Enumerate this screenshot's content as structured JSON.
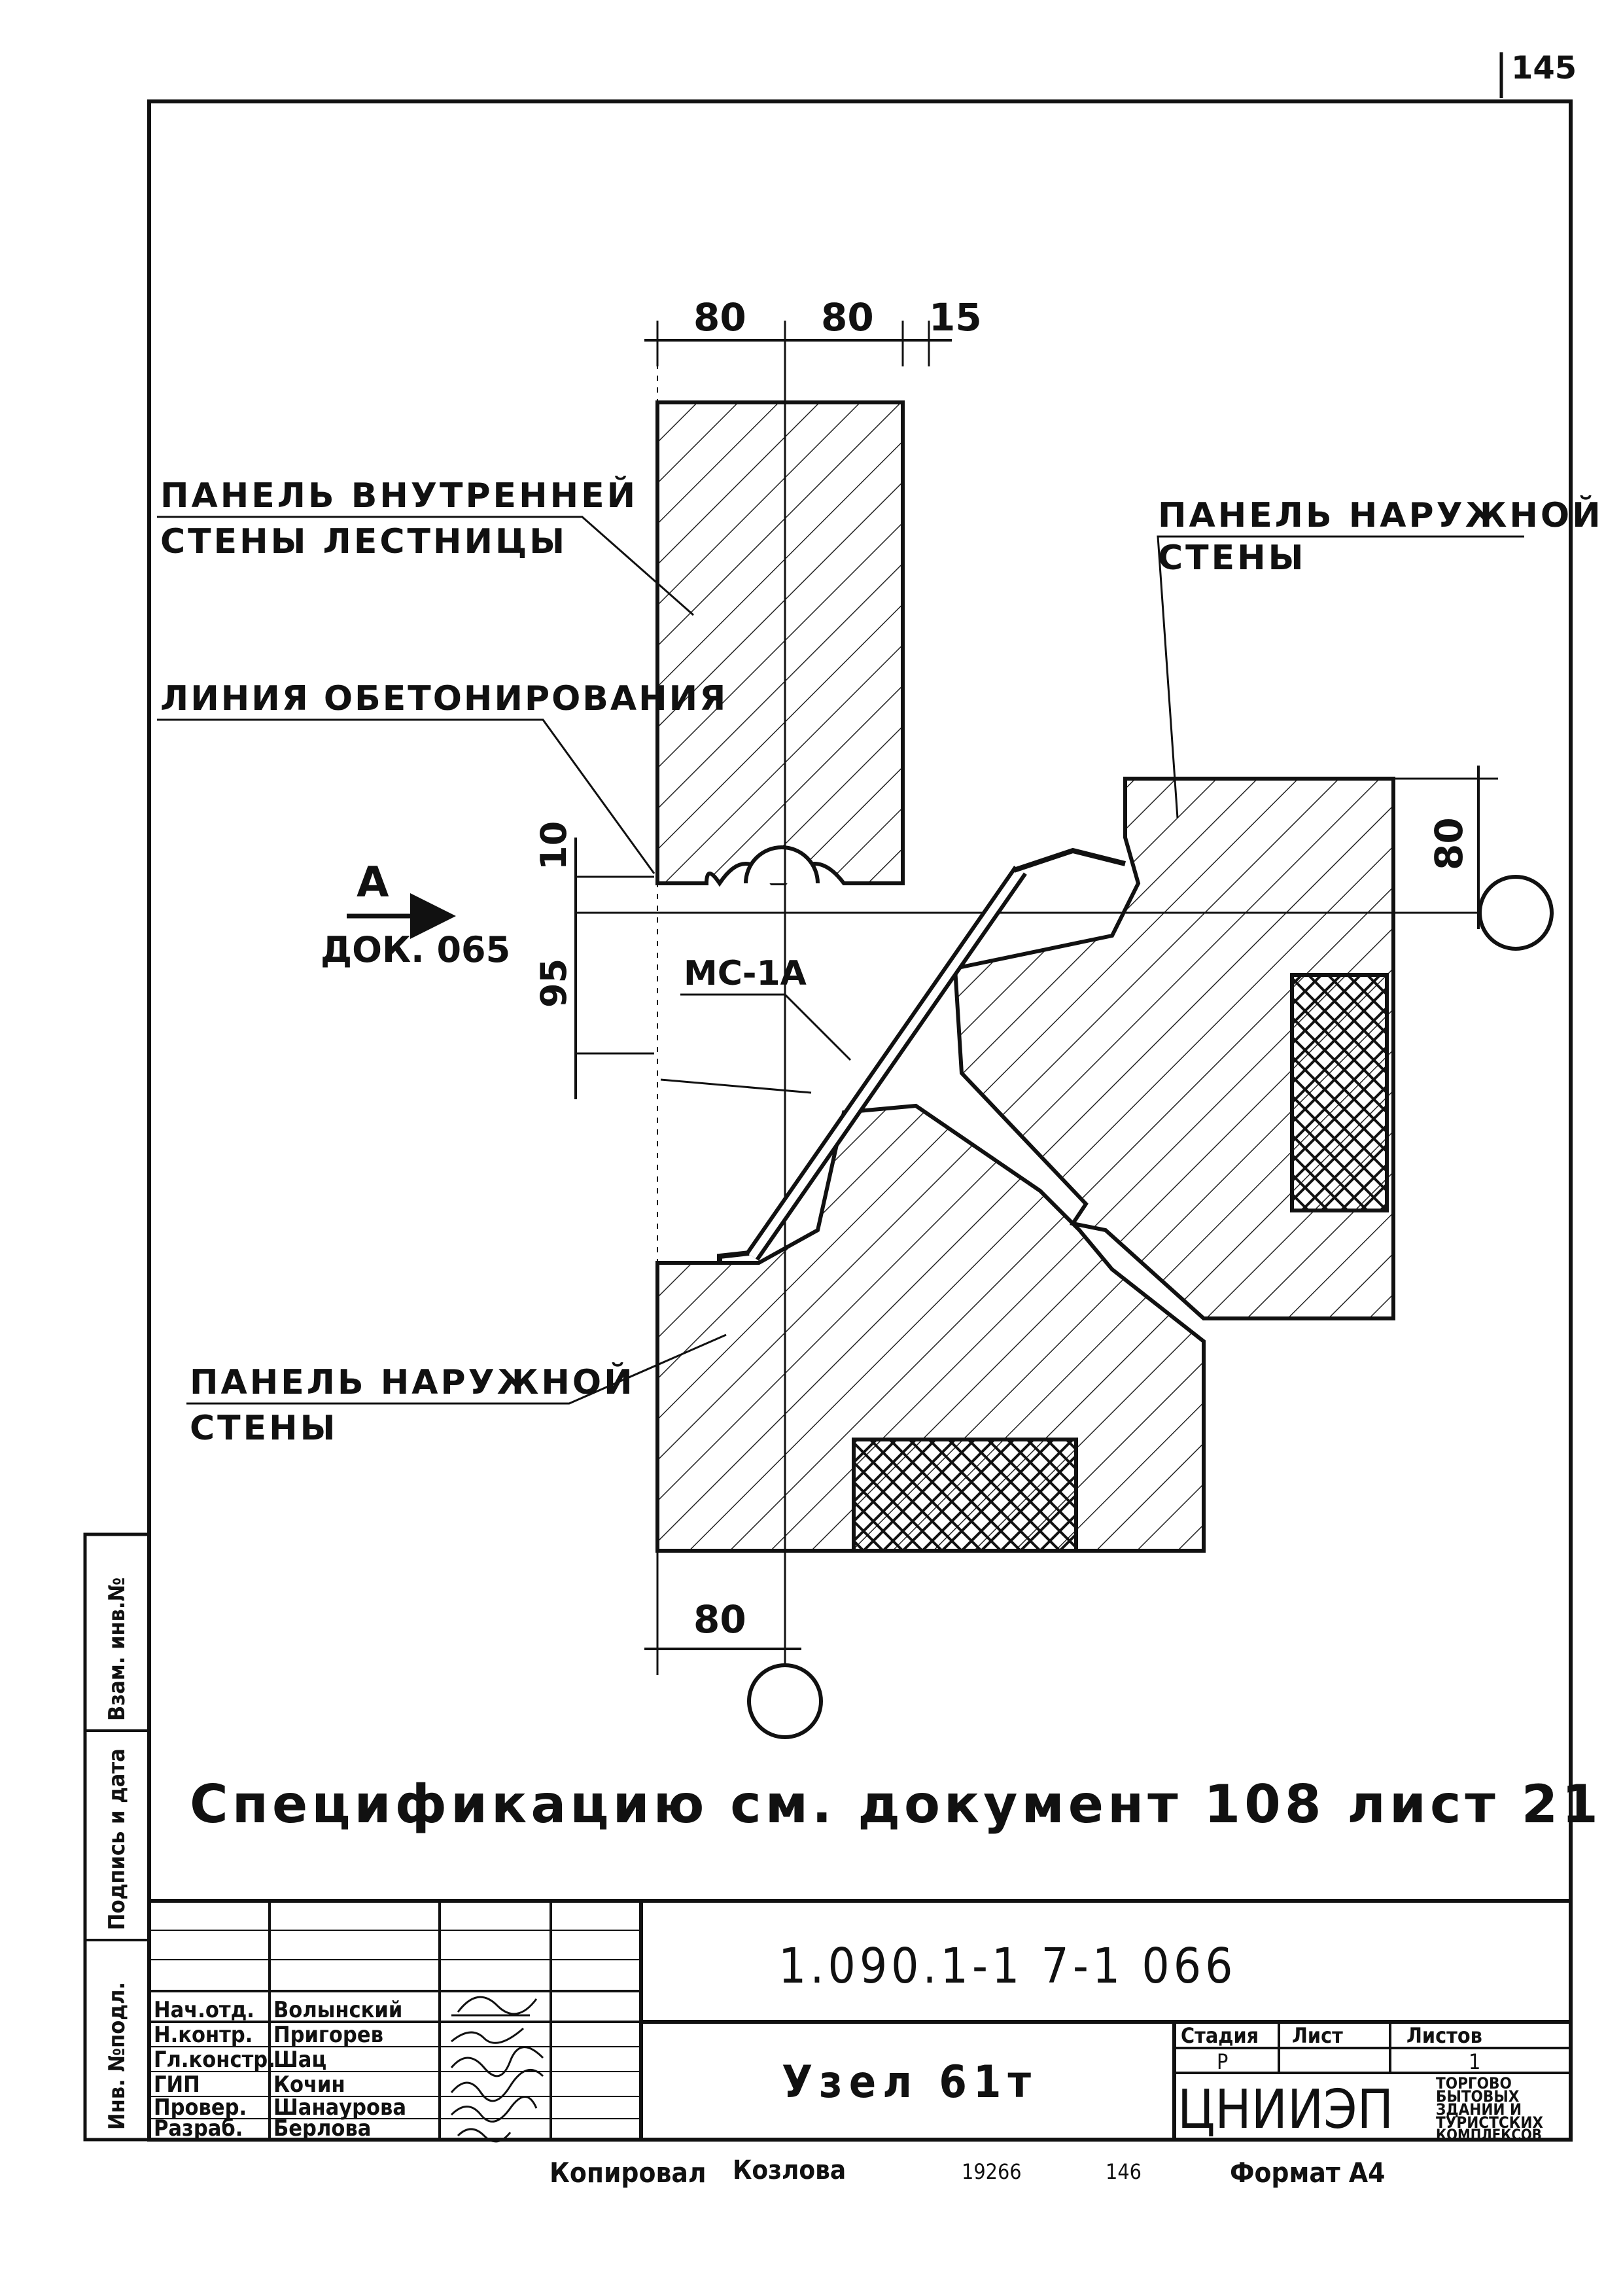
{
  "page_number": "145",
  "dimensions": {
    "top": [
      "80",
      "80",
      "15"
    ],
    "right": "80",
    "left_upper": "10",
    "left_lower": "95",
    "bottom": "80"
  },
  "labels": {
    "inner_panel_line1": "ПАНЕЛЬ ВНУТРЕННЕЙ",
    "inner_panel_line2": "СТЕНЫ ЛЕСТНИЦЫ",
    "outer_panel_top_line1": "ПАНЕЛЬ НАРУЖНОЙ",
    "outer_panel_top_line2": "СТЕНЫ",
    "concreting_line": "ЛИНИЯ ОБЕТОНИРОВАНИЯ",
    "view_letter": "А",
    "view_ref": "ДОК. 065",
    "bracket_mark": "МС-1А",
    "outer_panel_bottom_line1": "ПАНЕЛЬ НАРУЖНОЙ",
    "outer_panel_bottom_line2": "СТЕНЫ"
  },
  "specification_note": "Спецификацию см. документ 108 лист 21",
  "side_stamp": [
    "Инв. №подл.",
    "Подпись и дата",
    "Взам. инв.№"
  ],
  "title_block": {
    "doc_code": "1.090.1-1 7-1 066",
    "title": "Узел 61т",
    "stage_header": "Стадия",
    "sheet_header": "Лист",
    "sheets_header": "Листов",
    "stage": "Р",
    "sheet": "1",
    "sheets": "",
    "organization": "ЦНИИЭП",
    "org_subtitle": [
      "ТОРГОВО",
      "БЫТОВЫХ",
      "ЗДАНИЙ И",
      "ТУРИСТСКИХ",
      "КОМПЛЕКСОВ"
    ],
    "staff": [
      {
        "role": "Нач.отд.",
        "name": "Волынский"
      },
      {
        "role": "Н.контр.",
        "name": "Пригорев"
      },
      {
        "role": "Гл.констр.",
        "name": "Шац"
      },
      {
        "role": "ГИП",
        "name": "Кочин"
      },
      {
        "role": "Провер.",
        "name": "Шанаурова"
      },
      {
        "role": "Разраб.",
        "name": "Берлова"
      }
    ]
  },
  "footer": {
    "copied_label": "Копировал",
    "copied_by": "Козлова",
    "order_no": "19266",
    "sheet_no": "146",
    "format_label": "Формат А4"
  }
}
